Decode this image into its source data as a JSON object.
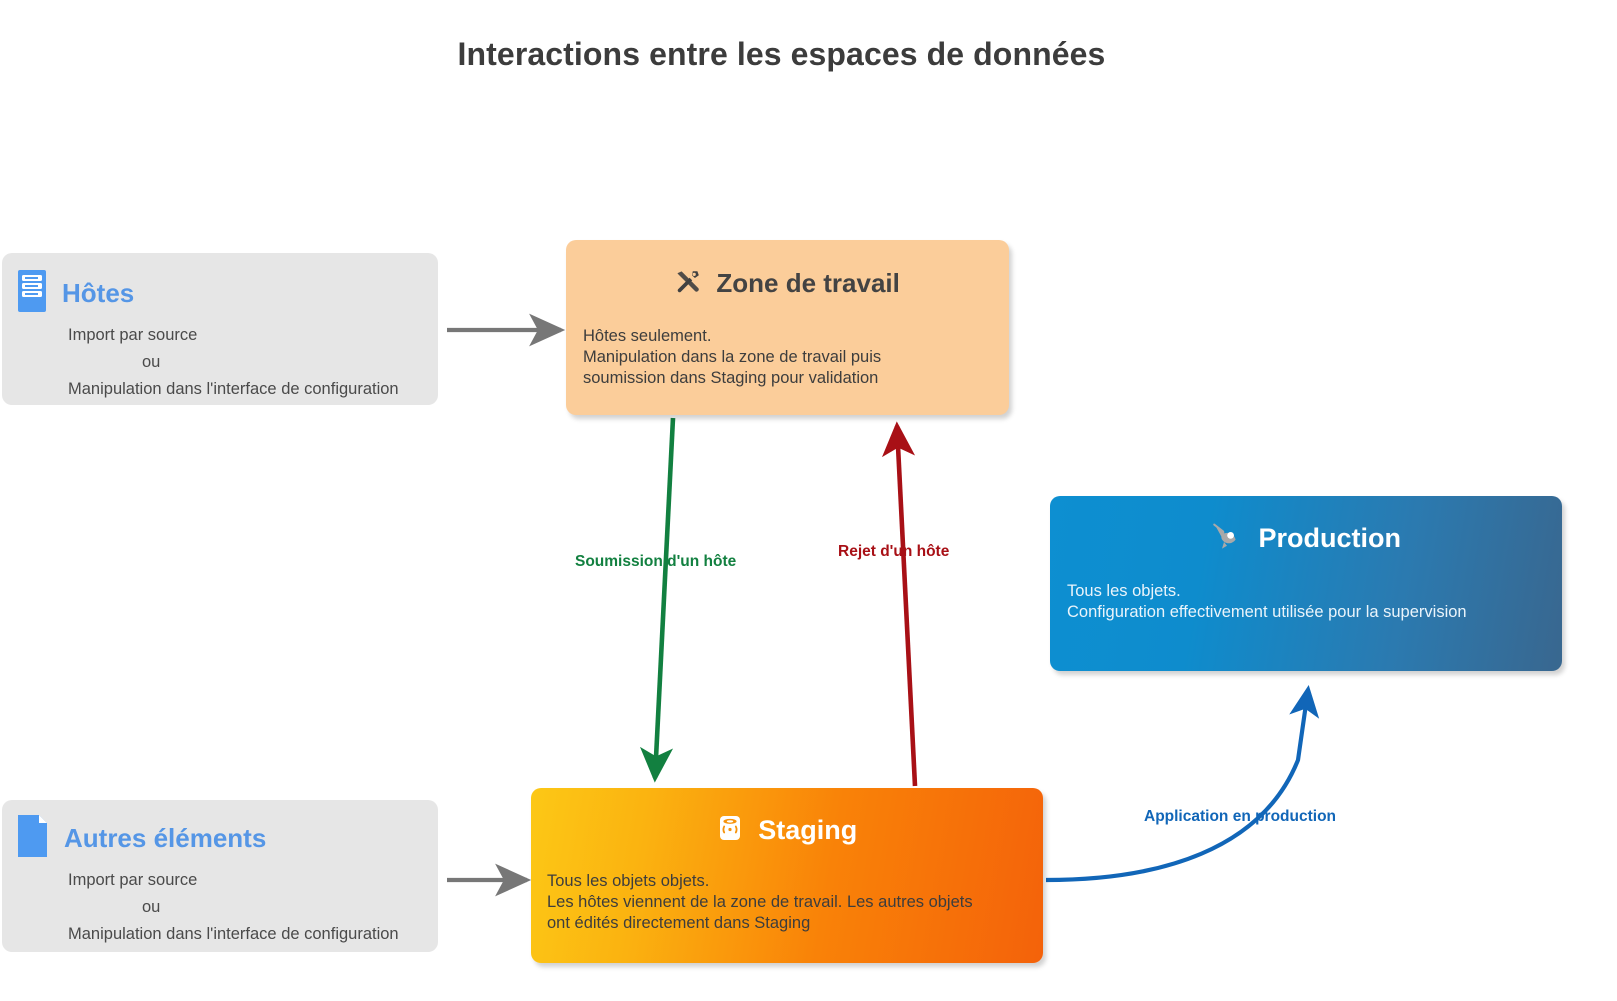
{
  "page": {
    "title": "Interactions entre les espaces de données",
    "background": "#ffffff"
  },
  "colors": {
    "title_text": "#3c3c3c",
    "source_box_bg": "#e6e6e6",
    "source_title": "#5596e6",
    "zone_travail_bg": "#fbcd9a",
    "staging_gradient_from": "#fcc816",
    "staging_gradient_to": "#f4620a",
    "production_gradient_from": "#0d8fd1",
    "production_gradient_to": "#39678f",
    "arrow_grey": "#777777",
    "arrow_green": "#128040",
    "arrow_red": "#a81016",
    "arrow_blue": "#1166b8"
  },
  "nodes": {
    "hotes": {
      "icon": "server-rack-icon",
      "title": "Hôtes",
      "line1": "Import par source",
      "line2": "ou",
      "line3": "Manipulation dans l'interface de configuration"
    },
    "autres_elements": {
      "icon": "document-page-icon",
      "title": "Autres éléments",
      "line1": "Import par source",
      "line2": "ou",
      "line3": "Manipulation dans l'interface de configuration"
    },
    "zone_travail": {
      "icon": "hammer-and-wrench-icon",
      "title": "Zone de travail",
      "body": "Hôtes seulement.\nManipulation dans la zone de travail puis\nsoumission dans Staging pour validation"
    },
    "staging": {
      "icon": "database-icon",
      "title": "Staging",
      "body": "Tous les objets objets.\nLes hôtes viennent de la zone de travail. Les autres objets\nont édités directement dans Staging"
    },
    "production": {
      "icon": "satellite-dish-icon",
      "title": "Production",
      "body": "Tous les objets.\nConfiguration effectivement utilisée pour la supervision"
    }
  },
  "edges": {
    "hotes_to_zone": {
      "label": "",
      "color": "#777777"
    },
    "autres_to_staging": {
      "label": "",
      "color": "#777777"
    },
    "zone_to_staging": {
      "label": "Soumission d'un hôte",
      "color": "#128040"
    },
    "staging_to_zone": {
      "label": "Rejet d'un hôte",
      "color": "#a81016"
    },
    "staging_to_production": {
      "label": "Application en production",
      "color": "#1166b8"
    }
  }
}
